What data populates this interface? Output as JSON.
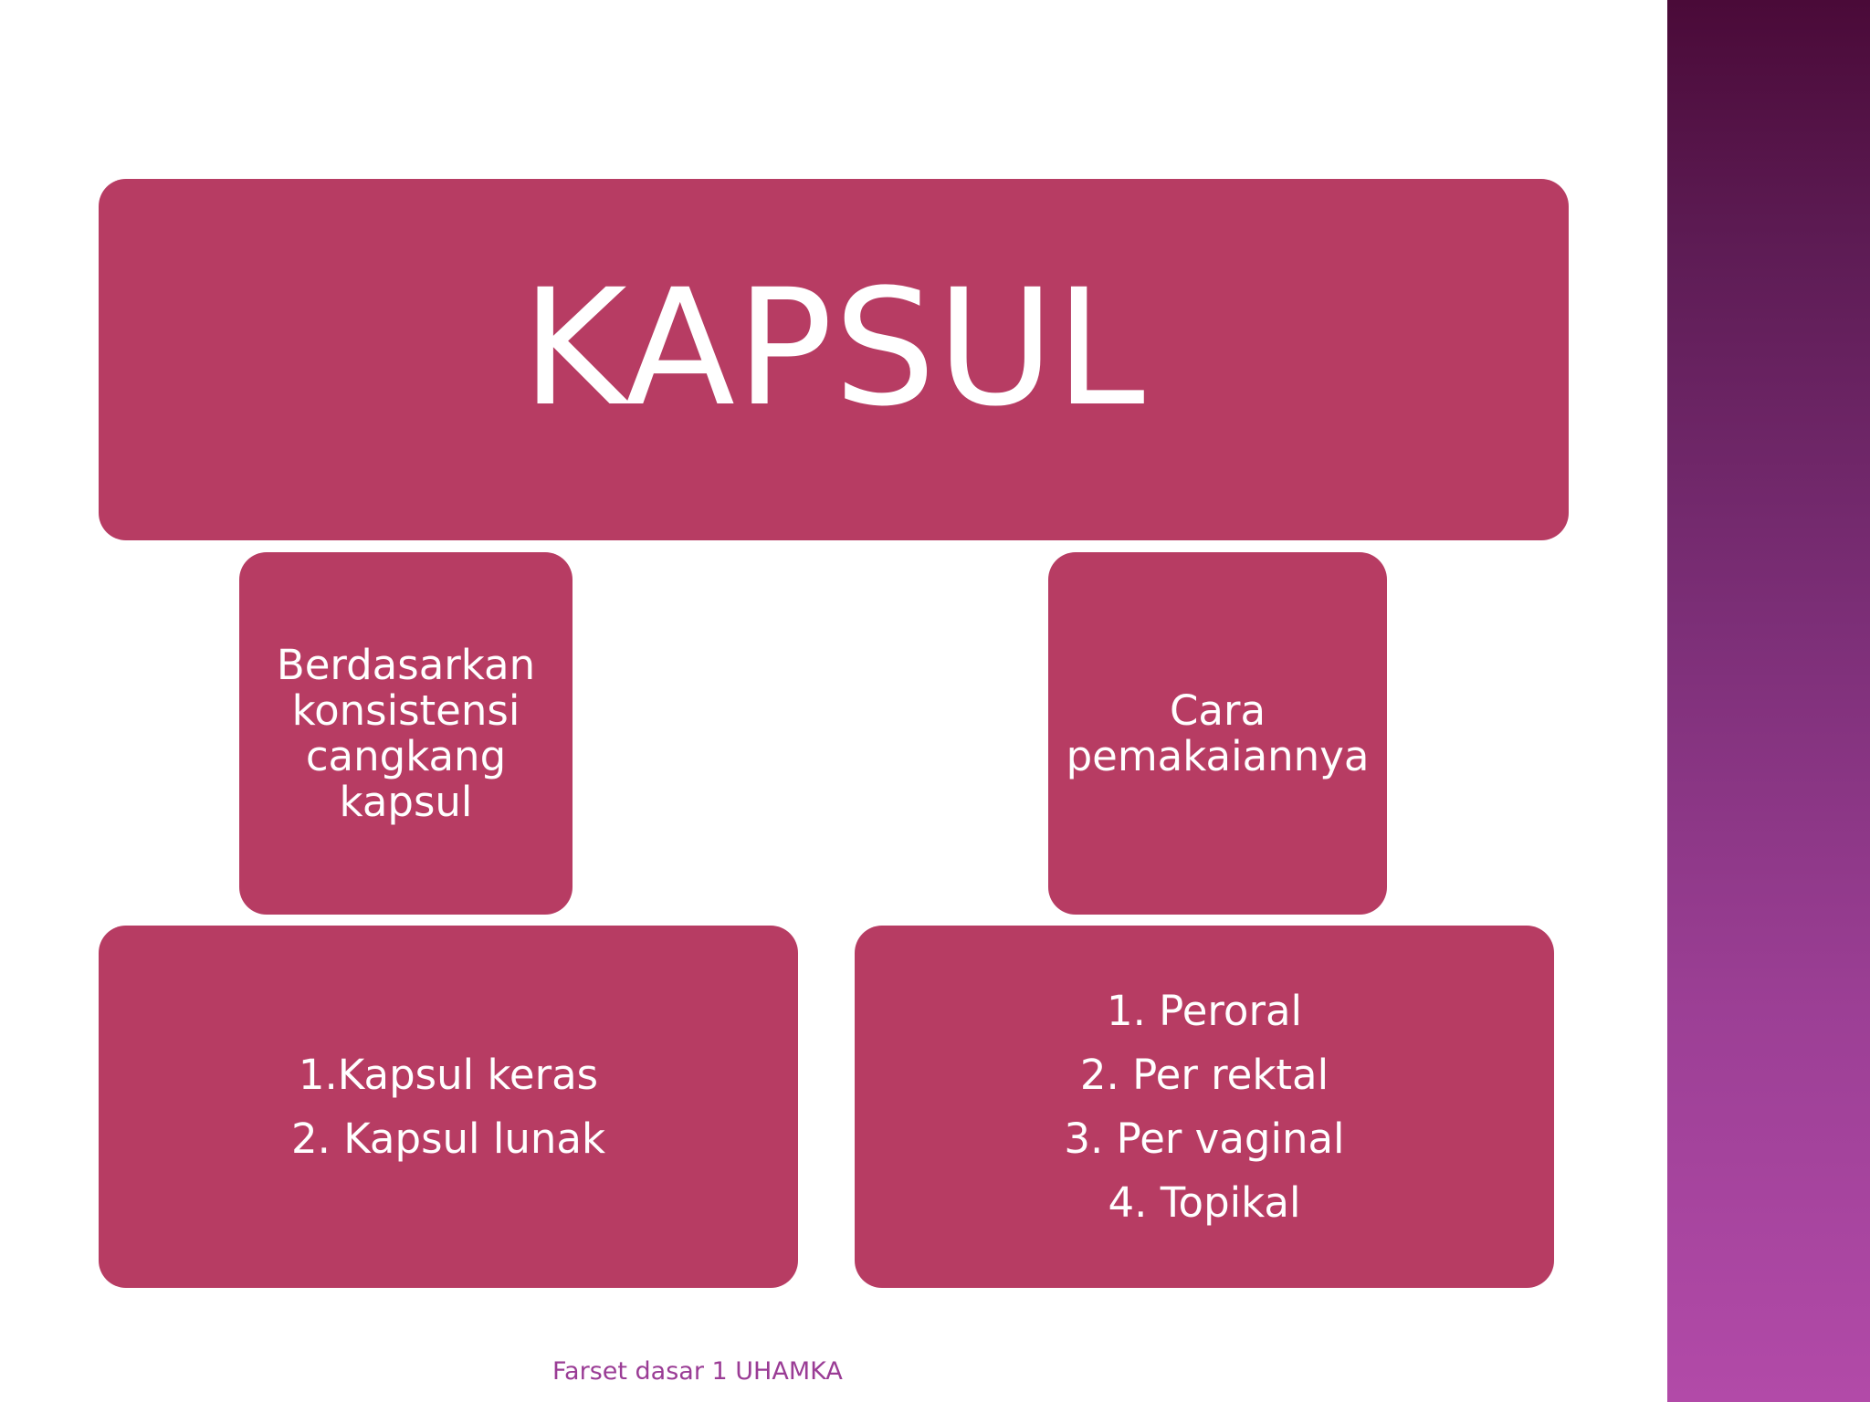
{
  "slide": {
    "title": "KAPSUL",
    "categories": [
      {
        "lines": [
          "Berdasarkan",
          "konsistensi",
          "cangkang",
          "kapsul"
        ],
        "items": [
          "1.Kapsul keras",
          "2. Kapsul lunak"
        ]
      },
      {
        "lines": [
          "Cara",
          "pemakaiannya"
        ],
        "items": [
          "1. Peroral",
          "2. Per rektal",
          "3. Per vaginal",
          "4. Topikal"
        ]
      }
    ],
    "footer": "Farset dasar 1 UHAMKA"
  },
  "colors": {
    "box_fill": "#b73c63",
    "box_text": "#ffffff",
    "side_band_top": "#4a0a38",
    "side_band_bottom": "#b24aa8",
    "footer_text": "#9a3c95"
  }
}
